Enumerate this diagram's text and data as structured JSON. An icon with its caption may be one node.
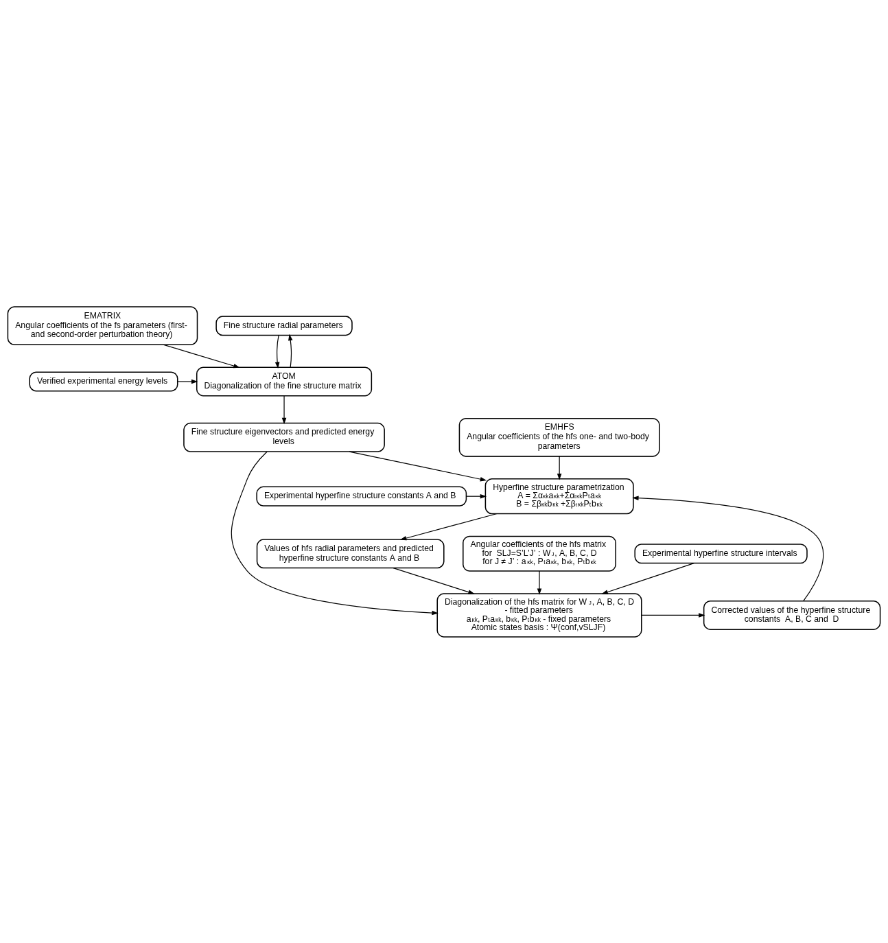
{
  "diagram": {
    "nodes": [
      {
        "text": [
          "EMATRIX",
          "Angular coefficients of the fs parameters (first- and second-order perturbation theory)"
        ]
      },
      {
        "text": [
          "Fine structure radial parameters"
        ]
      },
      {
        "text": [
          "ATOM",
          "Diagonalization of the fine structure matrix"
        ]
      },
      {
        "text": [
          "Verified experimental energy levels"
        ]
      },
      {
        "text": [
          "Fine structure eigenvectors and predicted energy levels"
        ]
      },
      {
        "text": [
          "EMHFS",
          "Angular coefficients of the hfs one- and two-body parameters"
        ]
      },
      {
        "text": [
          "Experimental hyperfine structure constants A and B"
        ]
      },
      {
        "text": [
          "Hyperfine structure parametrization",
          "A = Σα$^{κk}$a$^{κk}$+Σα$_{t}$$^{κk}$P$^{t}$a$^{κk}$",
          "B = Σβ$^{κk}$b$^{κk}$ +Σβ$_{t}$$^{κk}$P$^{t}$b$^{κk}$"
        ]
      },
      {
        "text": [
          "Angular coefficients of the hfs matrix",
          "for  SLJ=S’L’J’ : W$_{J}$, A, B, C, D",
          "for J ≠ J’ : a$^{κk}$, P$^{t}$a$^{κk}$, b$^{κk}$, P$^{t}$b$^{κk}$"
        ]
      },
      {
        "text": [
          "Experimental hyperfine structure intervals"
        ]
      },
      {
        "text": [
          "Values of hfs radial parameters and predicted hyperfine structure constants A and B"
        ]
      },
      {
        "text": [
          "Diagonalization of the hfs matrix for W$_{J}$, A, B, C, D - fitted parameters",
          "a$^{κk}$, P$^{t}$a$^{κk}$, b$^{κk}$, P$^{t}$b$^{κk}$ - fixed parameters",
          "Atomic states basis : Ψ(conf,vSLJF)"
        ]
      },
      {
        "text": [
          "Corrected values of the hyperfine structure constants  A, B, C and  D"
        ]
      }
    ],
    "edges": [
      {
        "from": 0,
        "to": 2,
        "arrow": "to"
      },
      {
        "from": 1,
        "to": 2,
        "arrow": "to"
      },
      {
        "from": 2,
        "to": 1,
        "arrow": "to"
      },
      {
        "from": 3,
        "to": 2,
        "arrow": "to"
      },
      {
        "from": 2,
        "to": 4,
        "arrow": "to"
      },
      {
        "from": 4,
        "to": 7,
        "arrow": "to"
      },
      {
        "from": 5,
        "to": 7,
        "arrow": "to"
      },
      {
        "from": 6,
        "to": 7,
        "arrow": "to"
      },
      {
        "from": 4,
        "to": 11,
        "arrow": "to"
      },
      {
        "from": 8,
        "to": 11,
        "arrow": "to"
      },
      {
        "from": 9,
        "to": 11,
        "arrow": "to"
      },
      {
        "from": 7,
        "to": 10,
        "arrow": "to"
      },
      {
        "from": 10,
        "to": 11,
        "arrow": "to"
      },
      {
        "from": 11,
        "to": 12,
        "arrow": "to"
      },
      {
        "from": 12,
        "to": 7,
        "arrow": "to"
      }
    ]
  }
}
